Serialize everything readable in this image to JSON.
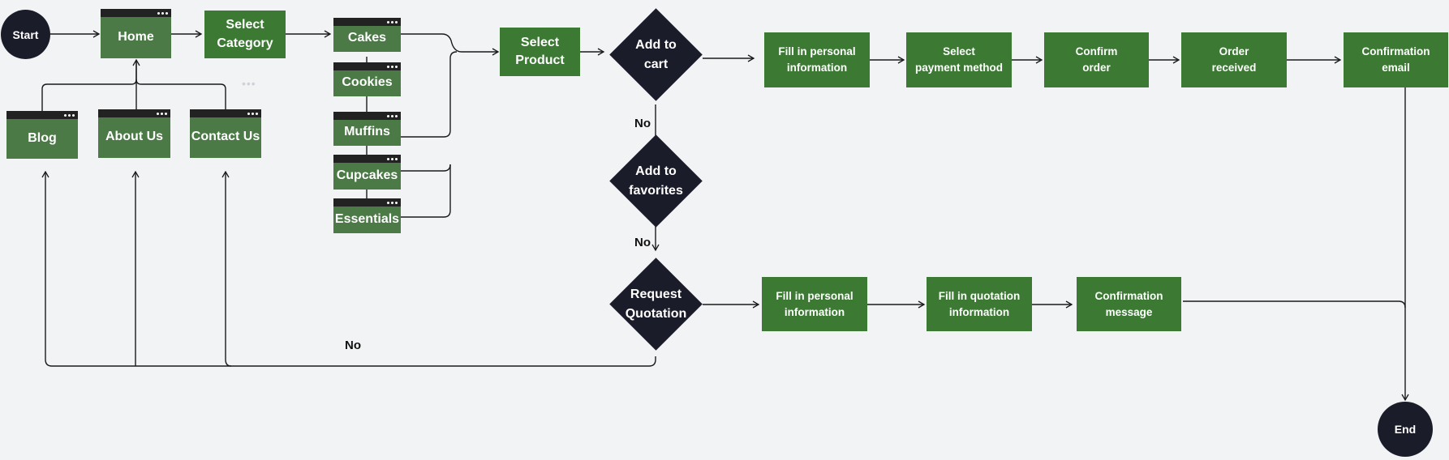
{
  "nodes": {
    "start": "Start",
    "end": "End",
    "home": "Home",
    "blog": "Blog",
    "about": "About Us",
    "contact": "Contact Us",
    "select_category": "Select\nCategory",
    "cakes": "Cakes",
    "cookies": "Cookies",
    "muffins": "Muffins",
    "cupcakes": "Cupcakes",
    "essentials": "Essentials",
    "select_product": "Select\nProduct",
    "add_to_cart": "Add to\ncart",
    "add_to_favorites": "Add to\nfavorites",
    "request_quotation": "Request\nQuotation",
    "fill_personal_top": "Fill in personal\ninformation",
    "select_payment": "Select\npayment method",
    "confirm_order": "Confirm\norder",
    "order_received": "Order\nreceived",
    "confirmation_email": "Confirmation\nemail",
    "fill_personal_bottom": "Fill in personal\ninformation",
    "fill_quotation": "Fill in quotation\ninformation",
    "confirmation_message": "Confirmation\nmessage"
  },
  "edge_labels": {
    "cart_no": "No",
    "favorites_no": "No",
    "quotation_no": "No"
  },
  "colors": {
    "dark": "#1b1c2a",
    "page_green": "#4b7a46",
    "step_green": "#3c7a34",
    "window_bar": "#222222",
    "line": "#1a1a1a",
    "background": "#f1f3f5"
  }
}
